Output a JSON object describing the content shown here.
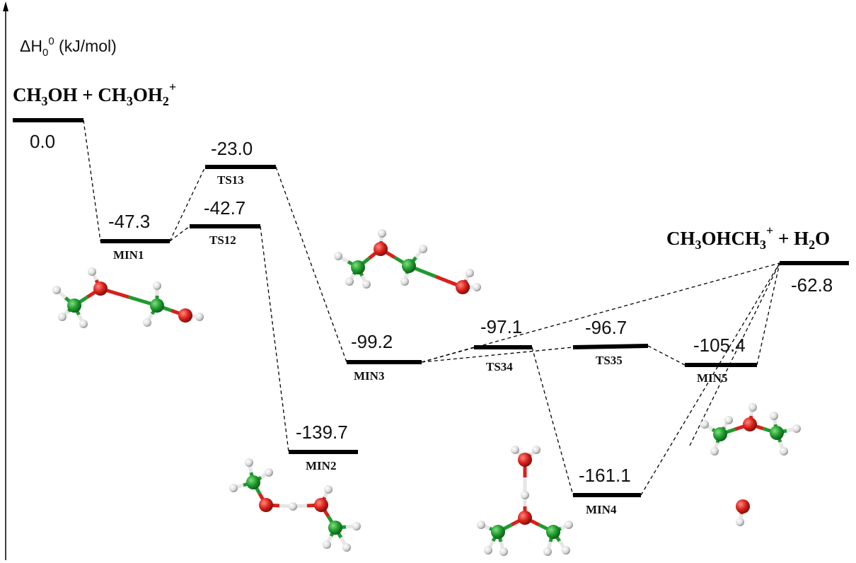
{
  "axis": {
    "label_prefix": "ΔH",
    "label_sub": "0",
    "label_sup": "0",
    "label_unit": " (kJ/mol)"
  },
  "reactants": {
    "p1": "CH",
    "s1": "3",
    "p2": "OH + CH",
    "s2": "3",
    "p3": "OH",
    "s3": "2",
    "sup": "+"
  },
  "products": {
    "p1": "CH",
    "s1": "3",
    "p2": "OHCH",
    "s2": "3",
    "sup": "+",
    "p3": " + H",
    "s3": "2",
    "p4": "O"
  },
  "levels": [
    {
      "id": "react",
      "value": "0.0",
      "label": ""
    },
    {
      "id": "min1",
      "value": "-47.3",
      "label": "MIN1"
    },
    {
      "id": "ts13",
      "value": "-23.0",
      "label": "TS13"
    },
    {
      "id": "ts12",
      "value": "-42.7",
      "label": "TS12"
    },
    {
      "id": "min2",
      "value": "-139.7",
      "label": "MIN2"
    },
    {
      "id": "min3",
      "value": "-99.2",
      "label": "MIN3"
    },
    {
      "id": "ts34",
      "value": "-97.1",
      "label": "TS34"
    },
    {
      "id": "ts35",
      "value": "-96.7",
      "label": "TS35"
    },
    {
      "id": "min4",
      "value": "-161.1",
      "label": "MIN4"
    },
    {
      "id": "min5",
      "value": "-105.4",
      "label": "MIN5"
    },
    {
      "id": "prod",
      "value": "-62.8",
      "label": ""
    }
  ],
  "colors": {
    "carbon": "#1f9a2e",
    "oxygen": "#d8201a",
    "hydrogen": "#e6e6e6",
    "line": "#000000"
  }
}
